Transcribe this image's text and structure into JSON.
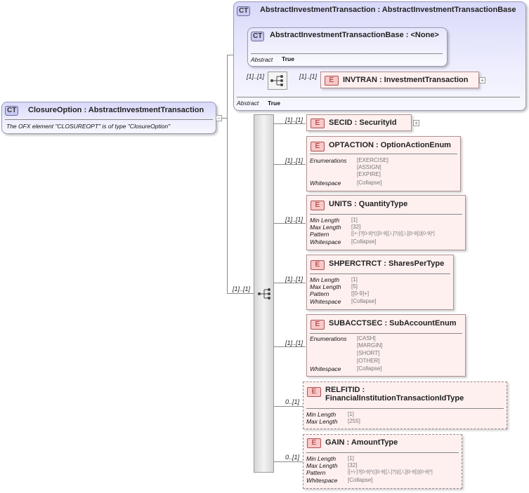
{
  "closure": {
    "tag": "CT",
    "title": "ClosureOption : AbstractInvestmentTransaction",
    "doc": "The OFX element \"CLOSUREOPT\" is of type \"ClosureOption\""
  },
  "abstract_outer": {
    "tag": "CT",
    "title": "AbstractInvestmentTransaction : AbstractInvestmentTransactionBase",
    "abstract_label": "Abstract",
    "abstract_value": "True"
  },
  "abstract_base": {
    "tag": "CT",
    "title": "AbstractInvestmentTransactionBase : <None>",
    "abstract_label": "Abstract",
    "abstract_value": "True"
  },
  "invtran": {
    "card_seq": "[1]..[1]",
    "card": "[1]..[1]",
    "tag": "E",
    "title": "INVTRAN : InvestmentTransaction"
  },
  "main_seq_card": "[1]..[1]",
  "elements": [
    {
      "card": "[1]..[1]",
      "tag": "E",
      "title": "SECID : SecurityId"
    },
    {
      "card": "[1]..[1]",
      "tag": "E",
      "title": "OPTACTION : OptionActionEnum",
      "props": [
        {
          "label": "Enumerations",
          "values": [
            "[EXERCISE]",
            "[ASSIGN]",
            "[EXPIRE]"
          ]
        },
        {
          "label": "Whitespace",
          "values": [
            "[Collapse]"
          ]
        }
      ]
    },
    {
      "card": "[1]..[1]",
      "tag": "E",
      "title": "UNITS : QuantityType",
      "props": [
        {
          "label": "Min Length",
          "values": [
            "[1]"
          ]
        },
        {
          "label": "Max Length",
          "values": [
            "[32]"
          ]
        },
        {
          "label": "Pattern",
          "values": [
            "[[+-]?[0-9]*(([0-9][,\\.]?)|([,\\.][0-9]))[0-9]*]"
          ]
        },
        {
          "label": "Whitespace",
          "values": [
            "[Collapse]"
          ]
        }
      ]
    },
    {
      "card": "[1]..[1]",
      "tag": "E",
      "title": "SHPERCTRCT : SharesPerType",
      "props": [
        {
          "label": "Min Length",
          "values": [
            "[1]"
          ]
        },
        {
          "label": "Max Length",
          "values": [
            "[5]"
          ]
        },
        {
          "label": "Pattern",
          "values": [
            "[[0-9]+]"
          ]
        },
        {
          "label": "Whitespace",
          "values": [
            "[Collapse]"
          ]
        }
      ]
    },
    {
      "card": "[1]..[1]",
      "tag": "E",
      "title": "SUBACCTSEC : SubAccountEnum",
      "props": [
        {
          "label": "Enumerations",
          "values": [
            "[CASH]",
            "[MARGIN]",
            "[SHORT]",
            "[OTHER]"
          ]
        },
        {
          "label": "Whitespace",
          "values": [
            "[Collapse]"
          ]
        }
      ]
    },
    {
      "card": "0..[1]",
      "tag": "E",
      "title": "RELFITID : FinancialInstitutionTransactionIdType",
      "props": [
        {
          "label": "Min Length",
          "values": [
            "[1]"
          ]
        },
        {
          "label": "Max Length",
          "values": [
            "[255]"
          ]
        }
      ]
    },
    {
      "card": "0..[1]",
      "tag": "E",
      "title": "GAIN : AmountType",
      "props": [
        {
          "label": "Min Length",
          "values": [
            "[1]"
          ]
        },
        {
          "label": "Max Length",
          "values": [
            "[32]"
          ]
        },
        {
          "label": "Pattern",
          "values": [
            "[[+\\-]?[0-9]*(([0-9][,\\.]?)|([,\\.][0-9]))[0-9]*]"
          ]
        },
        {
          "label": "Whitespace",
          "values": [
            "[Collapse]"
          ]
        }
      ]
    }
  ],
  "icons": {
    "ct_tag": "ct-tag-icon",
    "element_tag": "element-tag-icon",
    "sequence": "sequence-icon",
    "expand": "expand-plus-icon",
    "collapse": "collapse-minus-icon"
  }
}
